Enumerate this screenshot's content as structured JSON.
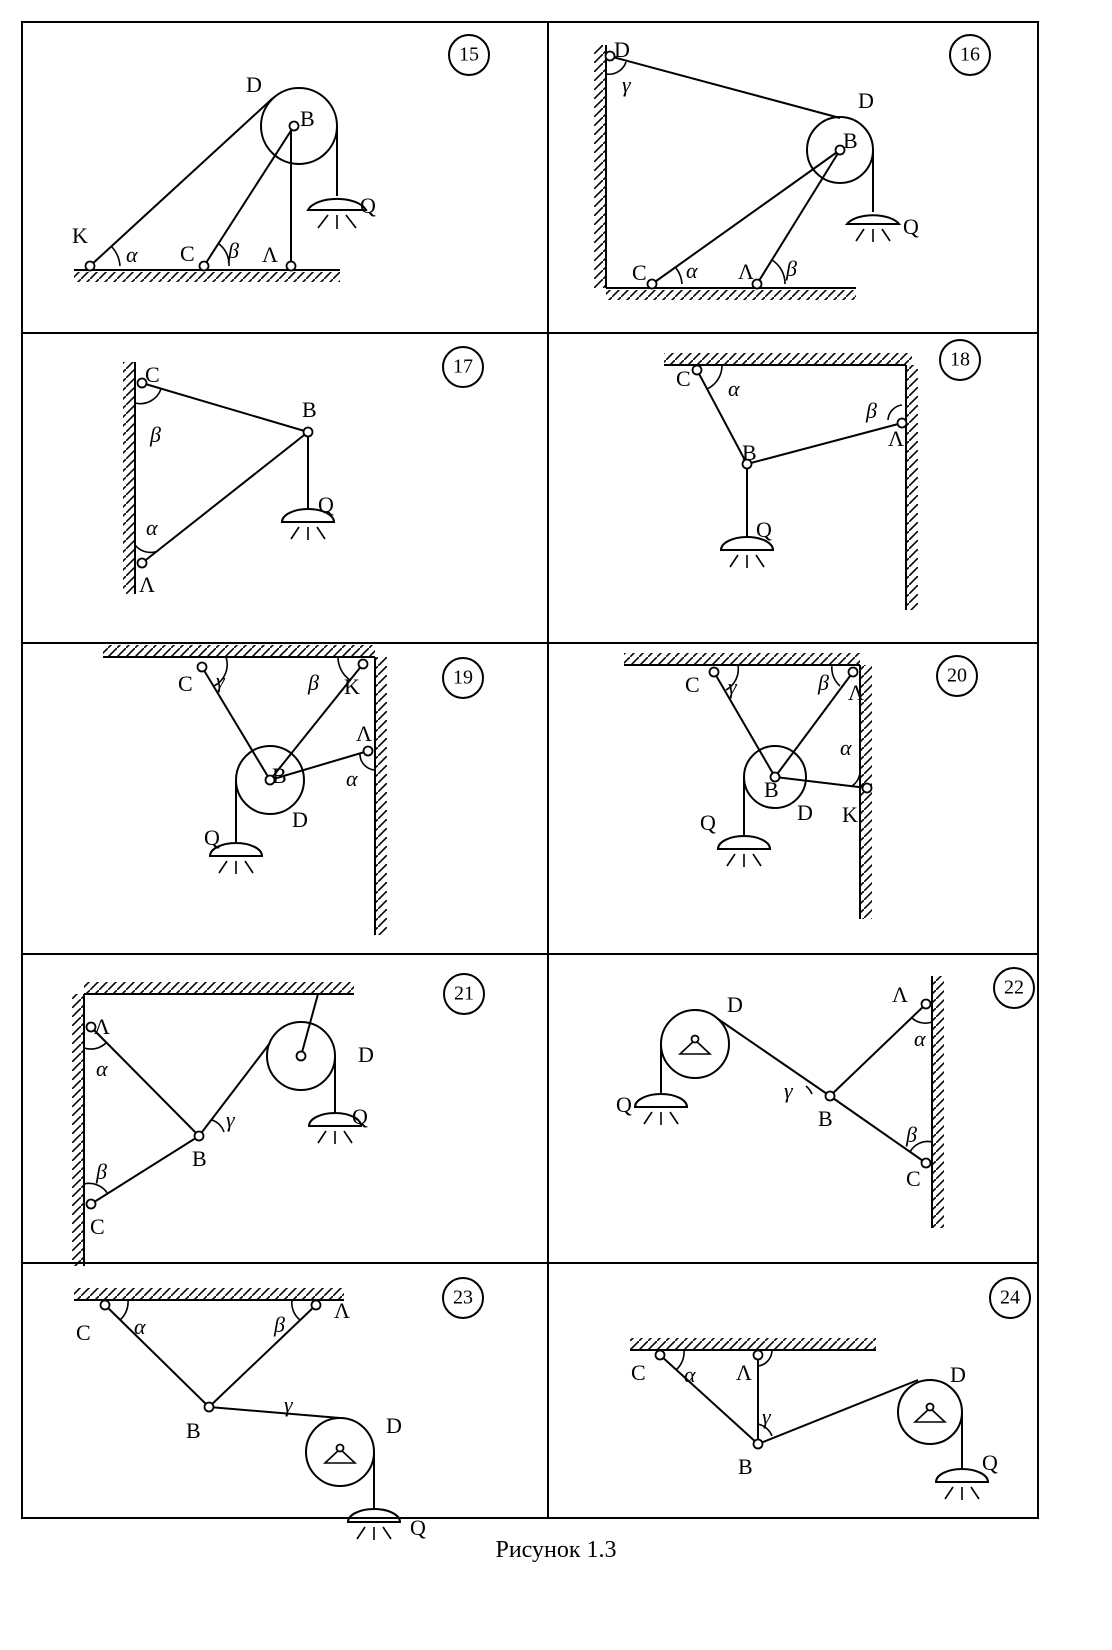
{
  "caption": "Рисунок 1.3",
  "panels": [
    {
      "number": "15",
      "labels": {
        "D": "D",
        "B": "B",
        "K": "K",
        "C": "C",
        "L": "Λ",
        "Q": "Q",
        "alpha": "α",
        "beta": "β"
      }
    },
    {
      "number": "16",
      "labels": {
        "D1": "D",
        "D2": "D",
        "B": "B",
        "C": "C",
        "L": "Λ",
        "Q": "Q",
        "alpha": "α",
        "beta": "β",
        "gamma": "γ"
      }
    },
    {
      "number": "17",
      "labels": {
        "C": "C",
        "B": "B",
        "L": "Λ",
        "Q": "Q",
        "alpha": "α",
        "beta": "β"
      }
    },
    {
      "number": "18",
      "labels": {
        "C": "C",
        "B": "B",
        "L": "Λ",
        "Q": "Q",
        "alpha": "α",
        "beta": "β"
      }
    },
    {
      "number": "19",
      "labels": {
        "C": "C",
        "K": "K",
        "L": "Λ",
        "B": "B",
        "D": "D",
        "Q": "Q",
        "alpha": "α",
        "beta": "β",
        "gamma": "γ"
      }
    },
    {
      "number": "20",
      "labels": {
        "C": "C",
        "L": "Λ",
        "K": "K",
        "B": "B",
        "D": "D",
        "Q": "Q",
        "alpha": "α",
        "beta": "β",
        "gamma": "γ"
      }
    },
    {
      "number": "21",
      "labels": {
        "L": "Λ",
        "B": "B",
        "C": "C",
        "D": "D",
        "Q": "Q",
        "alpha": "α",
        "beta": "β",
        "gamma": "γ"
      }
    },
    {
      "number": "22",
      "labels": {
        "D": "D",
        "L": "Λ",
        "B": "B",
        "C": "C",
        "Q": "Q",
        "alpha": "α",
        "beta": "β",
        "gamma": "γ"
      }
    },
    {
      "number": "23",
      "labels": {
        "C": "C",
        "L": "Λ",
        "B": "B",
        "D": "D",
        "Q": "Q",
        "alpha": "α",
        "beta": "β",
        "gamma": "γ"
      }
    },
    {
      "number": "24",
      "labels": {
        "C": "C",
        "L": "Λ",
        "B": "B",
        "D": "D",
        "Q": "Q",
        "alpha": "α",
        "gamma": "γ"
      }
    }
  ]
}
